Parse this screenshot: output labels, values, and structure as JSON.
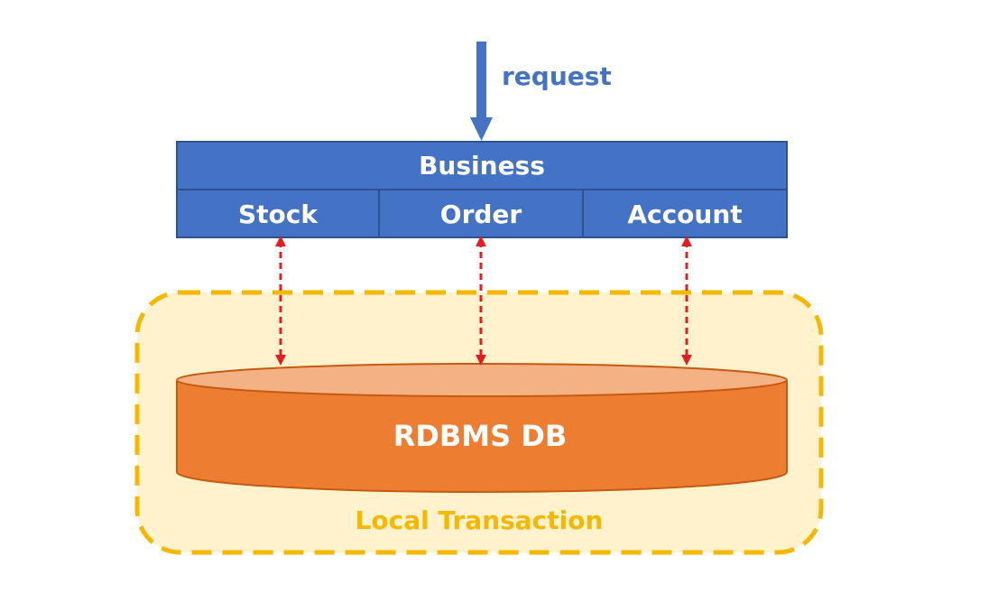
{
  "request": {
    "label": "request"
  },
  "business": {
    "title": "Business",
    "modules": [
      {
        "label": "Stock"
      },
      {
        "label": "Order"
      },
      {
        "label": "Account"
      }
    ]
  },
  "database": {
    "label": "RDBMS DB"
  },
  "transaction": {
    "label": "Local Transaction"
  },
  "colors": {
    "blue": "#4472c4",
    "orange": "#ed7d31",
    "orange_top": "#f4b183",
    "yellow_fill": "#fff2cc",
    "yellow_border": "#f5b800",
    "red_arrow": "#e02020"
  }
}
